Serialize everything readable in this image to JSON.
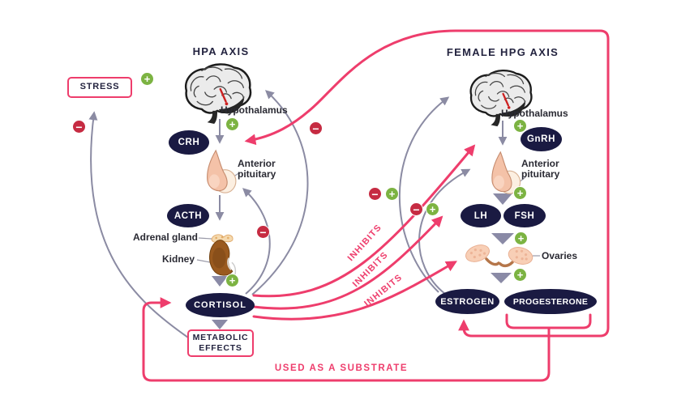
{
  "colors": {
    "pink": "#EE3D6C",
    "navy": "#1A1A42",
    "grey": "#8B8BA3",
    "green": "#7CB342",
    "red": "#C62B42"
  },
  "hpa": {
    "title": "HPA AXIS",
    "stress": "STRESS",
    "hypothalamus": "Hypothalamus",
    "crh": "CRH",
    "anterior_pituitary_line1": "Anterior",
    "anterior_pituitary_line2": "pituitary",
    "acth": "ACTH",
    "adrenal_gland": "Adrenal gland",
    "kidney": "Kidney",
    "cortisol": "CORTISOL",
    "metabolic_line1": "METABOLIC",
    "metabolic_line2": "EFFECTS"
  },
  "hpg": {
    "title": "FEMALE HPG AXIS",
    "hypothalamus": "Hypothalamus",
    "gnrh": "GnRH",
    "anterior_pituitary_line1": "Anterior",
    "anterior_pituitary_line2": "pituitary",
    "lh": "LH",
    "fsh": "FSH",
    "ovaries": "Ovaries",
    "estrogen": "ESTROGEN",
    "progesterone": "PROGESTERONE"
  },
  "annotations": {
    "inhibits": "INHIBITS",
    "used_as_substrate": "USED AS A SUBSTRATE",
    "plus": "+",
    "minus": "−"
  }
}
